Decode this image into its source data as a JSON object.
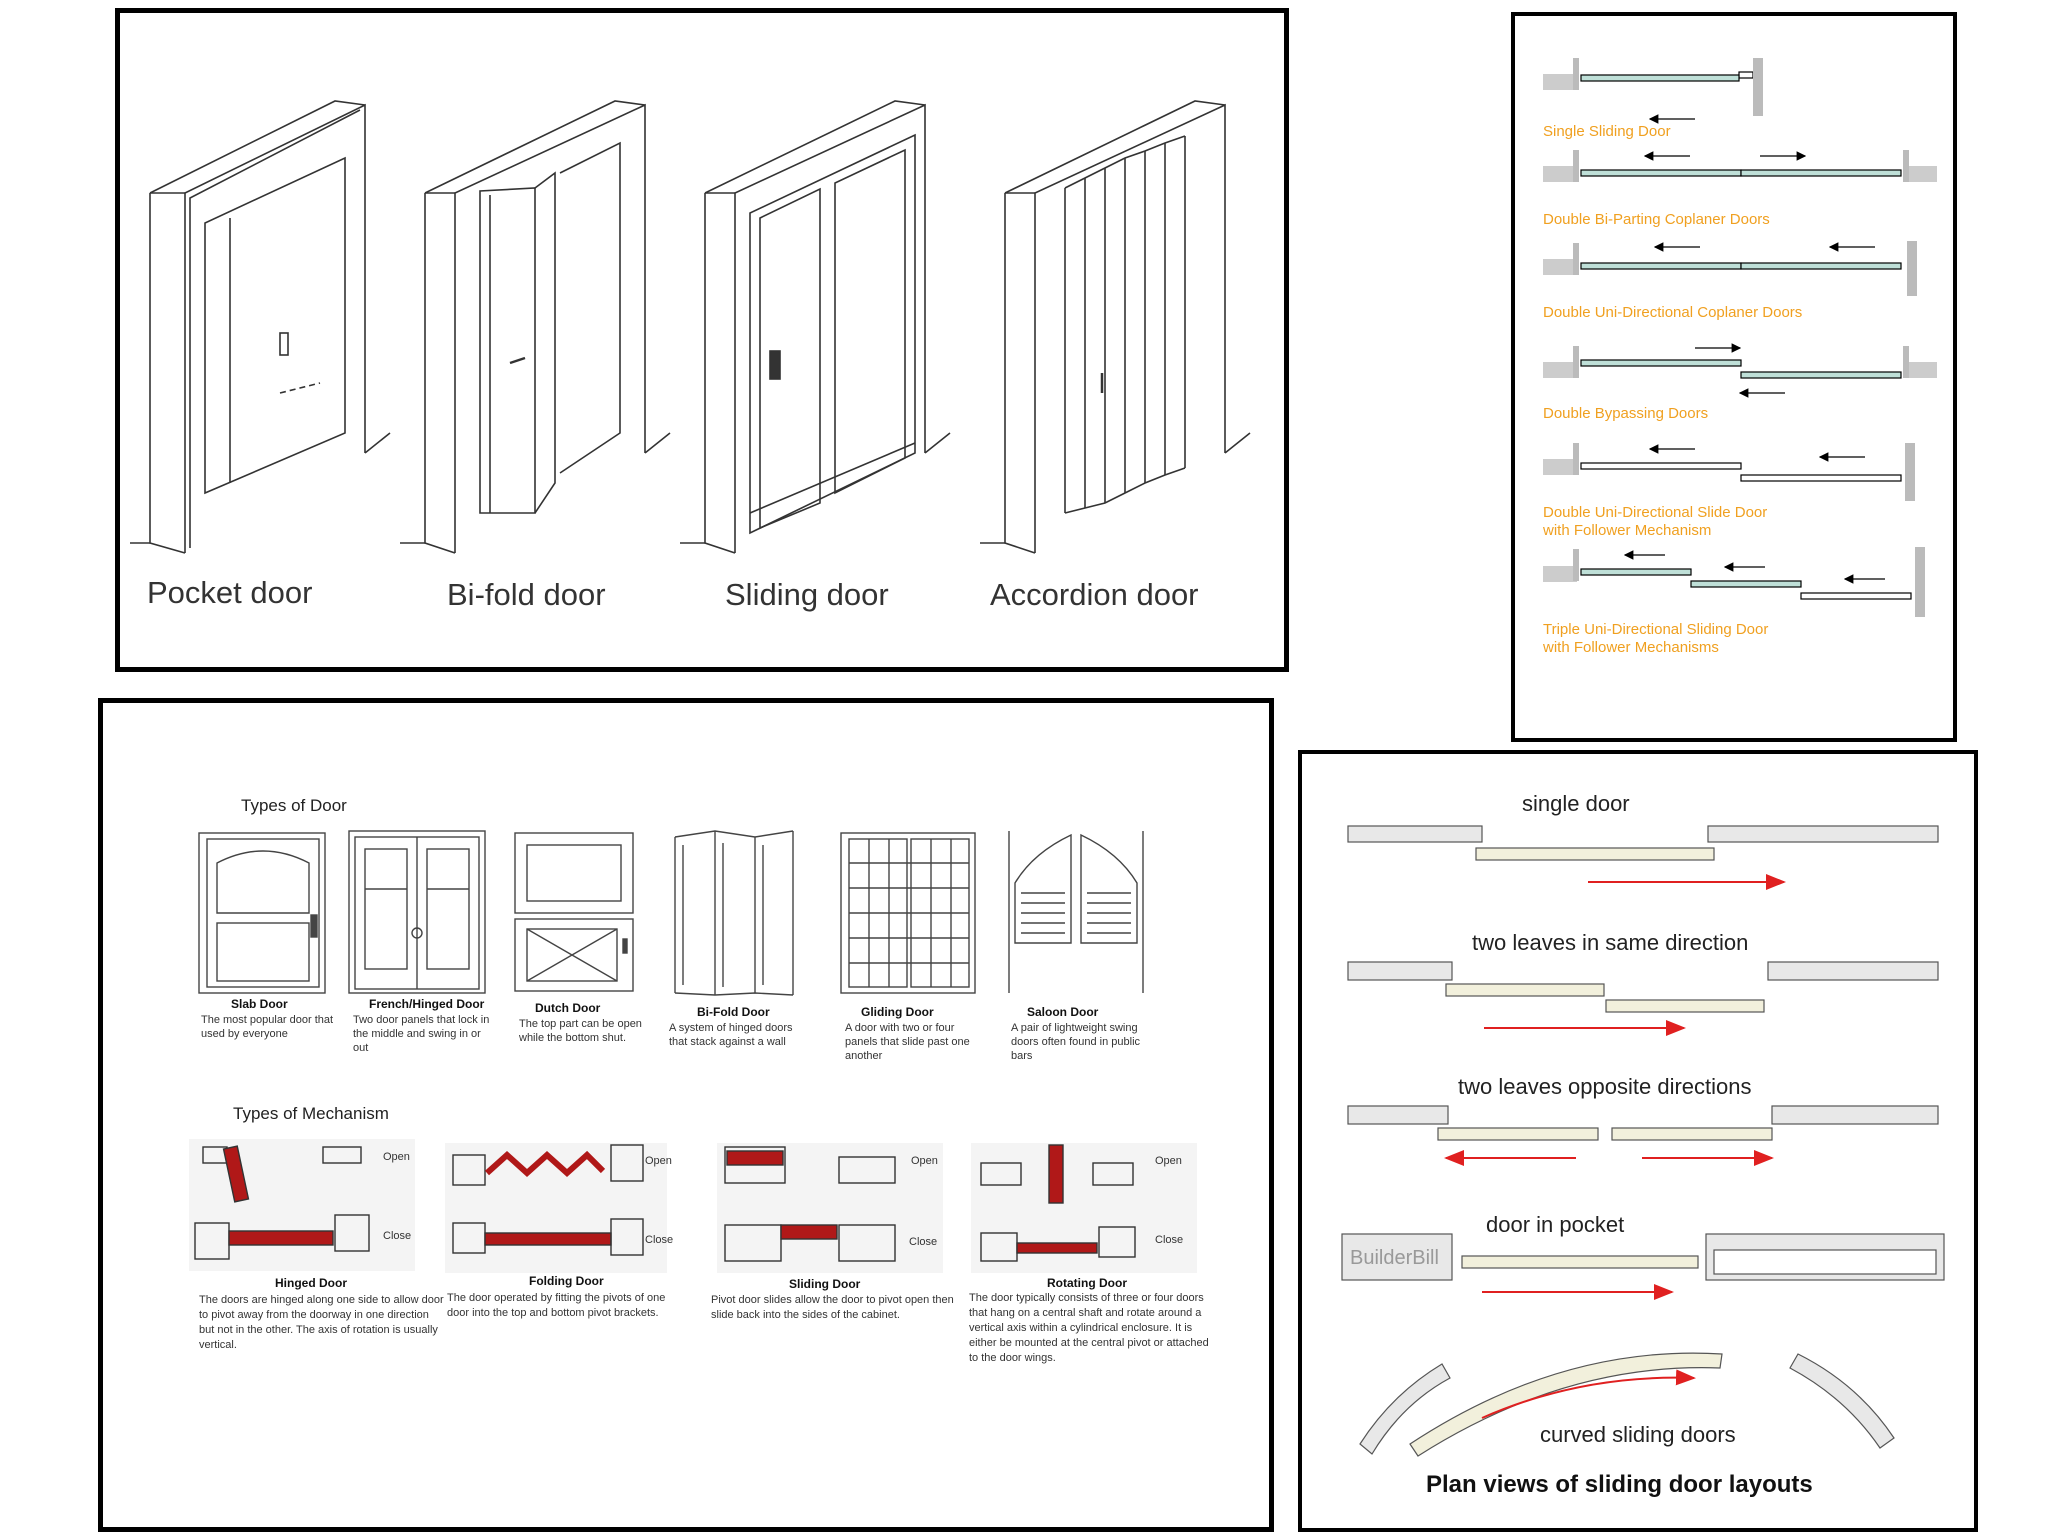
{
  "panel1": {
    "labels": [
      "Pocket door",
      "Bi-fold door",
      "Sliding door",
      "Accordion door"
    ]
  },
  "panel2": {
    "labels": [
      "Single Sliding Door",
      "Double Bi-Parting Coplaner Doors",
      "Double Uni-Directional Coplaner Doors",
      "Double Bypassing Doors",
      "Double Uni-Directional Slide Door",
      "with Follower Mechanism",
      "Triple Uni-Directional Sliding Door",
      "with Follower Mechanisms"
    ],
    "label_color": "#f0a020"
  },
  "panel3": {
    "title_doors": "Types of Door",
    "doors": [
      {
        "name": "Slab Door",
        "desc": [
          "The most popular door that",
          "used by everyone"
        ]
      },
      {
        "name": "French/Hinged Door",
        "desc": [
          "Two door panels that lock in",
          "the middle and swing in or",
          "out"
        ]
      },
      {
        "name": "Dutch Door",
        "desc": [
          "The top part can be open",
          "while the bottom shut."
        ]
      },
      {
        "name": "Bi-Fold Door",
        "desc": [
          "A system of hinged doors",
          "that stack against a wall"
        ]
      },
      {
        "name": "Gliding Door",
        "desc": [
          "A door with two or four",
          "panels that slide past one",
          "another"
        ]
      },
      {
        "name": "Saloon Door",
        "desc": [
          "A pair of lightweight swing",
          "doors often found in public",
          "bars"
        ]
      }
    ],
    "title_mech": "Types of Mechanism",
    "open_label": "Open",
    "close_label": "Close",
    "mechanisms": [
      {
        "name": "Hinged Door",
        "desc": [
          "The doors are hinged along one side to allow door",
          "to pivot away from the doorway in one direction",
          "but not in the other. The axis of rotation is usually",
          "vertical."
        ]
      },
      {
        "name": "Folding Door",
        "desc": [
          "The door operated by fitting the pivots of one",
          "door into the top and bottom pivot brackets."
        ]
      },
      {
        "name": "Sliding Door",
        "desc": [
          "Pivot door slides allow the door to pivot open then",
          "slide back into the sides of the cabinet."
        ]
      },
      {
        "name": "Rotating Door",
        "desc": [
          "The door typically consists of three or four doors",
          "that hang on a central shaft and rotate around a",
          "vertical axis within a cylindrical enclosure. It is",
          "either be mounted at the central pivot or attached",
          "to the door wings."
        ]
      }
    ],
    "accent": "#b01818"
  },
  "panel4": {
    "labels": [
      "single door",
      "two leaves in same direction",
      "two leaves opposite directions",
      "door in pocket",
      "curved sliding doors"
    ],
    "watermark": "BuilderBill",
    "footer": "Plan views of sliding door layouts",
    "arrow_color": "#e02020",
    "leaf_color": "#f2f0dc"
  }
}
